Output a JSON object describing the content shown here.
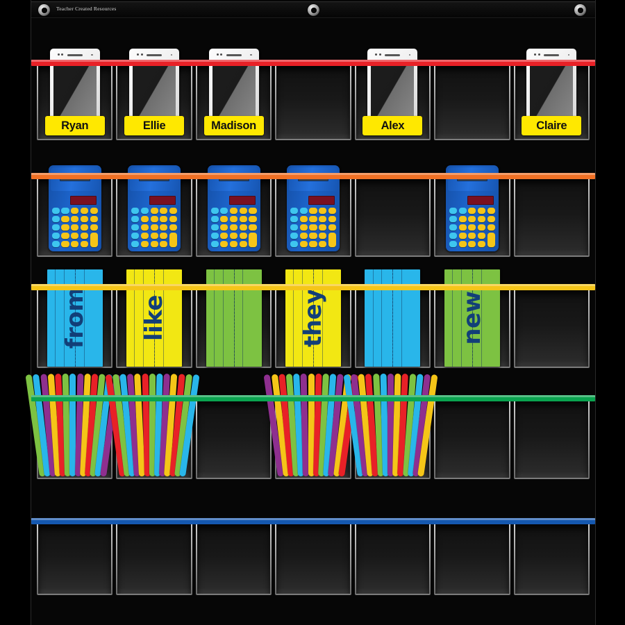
{
  "brand": "Teacher Created Resources",
  "colors": {
    "background": "#000000",
    "pocket": "#1a1a1a",
    "ribbon_red": "#e82127",
    "ribbon_orange": "#f07024",
    "ribbon_yellow": "#f5c518",
    "ribbon_green": "#0aa34f",
    "ribbon_blue": "#1558b0",
    "name_card": "#ffe800",
    "word_blue": "#29b6ea",
    "word_yellow": "#f2e713",
    "word_green": "#7dc242",
    "word_ink": "#123f78",
    "calculator_body": "#1757b5",
    "calculator_key": "#f5c518",
    "calculator_key_alt": "#3ec6ef",
    "calculator_display": "#7a1020"
  },
  "grommets": [
    "grommet-left",
    "grommet-center",
    "grommet-right"
  ],
  "columns": 7,
  "rows": [
    {
      "id": "row-tablets",
      "label": "Tablets row",
      "ribbon": "#e82127",
      "ribbon_name": "red-ribbon",
      "cells": [
        {
          "type": "tablet",
          "name": "Ryan"
        },
        {
          "type": "tablet",
          "name": "Ellie"
        },
        {
          "type": "tablet",
          "name": "Madison"
        },
        {
          "type": "empty",
          "name": ""
        },
        {
          "type": "tablet",
          "name": "Alex"
        },
        {
          "type": "empty",
          "name": ""
        },
        {
          "type": "tablet",
          "name": "Claire"
        }
      ]
    },
    {
      "id": "row-calculators",
      "label": "Calculators row",
      "ribbon": "#f07024",
      "ribbon_name": "orange-ribbon",
      "cells": [
        {
          "type": "calculator"
        },
        {
          "type": "calculator"
        },
        {
          "type": "calculator"
        },
        {
          "type": "calculator"
        },
        {
          "type": "empty"
        },
        {
          "type": "calculator"
        },
        {
          "type": "empty"
        }
      ]
    },
    {
      "id": "row-word-cards",
      "label": "Word cards row",
      "ribbon": "#f5c518",
      "ribbon_name": "yellow-ribbon",
      "cells": [
        {
          "type": "word",
          "text": "from",
          "color": "#29b6ea"
        },
        {
          "type": "word",
          "text": "like",
          "color": "#f2e713"
        },
        {
          "type": "word",
          "text": "",
          "color": "#7dc242"
        },
        {
          "type": "word",
          "text": "they",
          "color": "#f2e713"
        },
        {
          "type": "word",
          "text": "",
          "color": "#29b6ea"
        },
        {
          "type": "word",
          "text": "new",
          "color": "#7dc242"
        },
        {
          "type": "empty"
        }
      ]
    },
    {
      "id": "row-craft-sticks",
      "label": "Craft sticks row",
      "ribbon": "#0aa34f",
      "ribbon_name": "green-ribbon",
      "cells": [
        {
          "type": "sticks"
        },
        {
          "type": "sticks"
        },
        {
          "type": "empty"
        },
        {
          "type": "sticks"
        },
        {
          "type": "sticks"
        },
        {
          "type": "empty"
        },
        {
          "type": "empty"
        }
      ]
    },
    {
      "id": "row-empty",
      "label": "Empty bottom row",
      "ribbon": "#1558b0",
      "ribbon_name": "blue-ribbon",
      "cells": [
        {
          "type": "empty"
        },
        {
          "type": "empty"
        },
        {
          "type": "empty"
        },
        {
          "type": "empty"
        },
        {
          "type": "empty"
        },
        {
          "type": "empty"
        },
        {
          "type": "empty"
        }
      ]
    }
  ],
  "stick_palette": [
    "#7dc242",
    "#8e2f8f",
    "#e82127",
    "#29b6ea",
    "#f5c518",
    "#7dc242",
    "#8e2f8f",
    "#e82127",
    "#29b6ea",
    "#f5c518"
  ]
}
